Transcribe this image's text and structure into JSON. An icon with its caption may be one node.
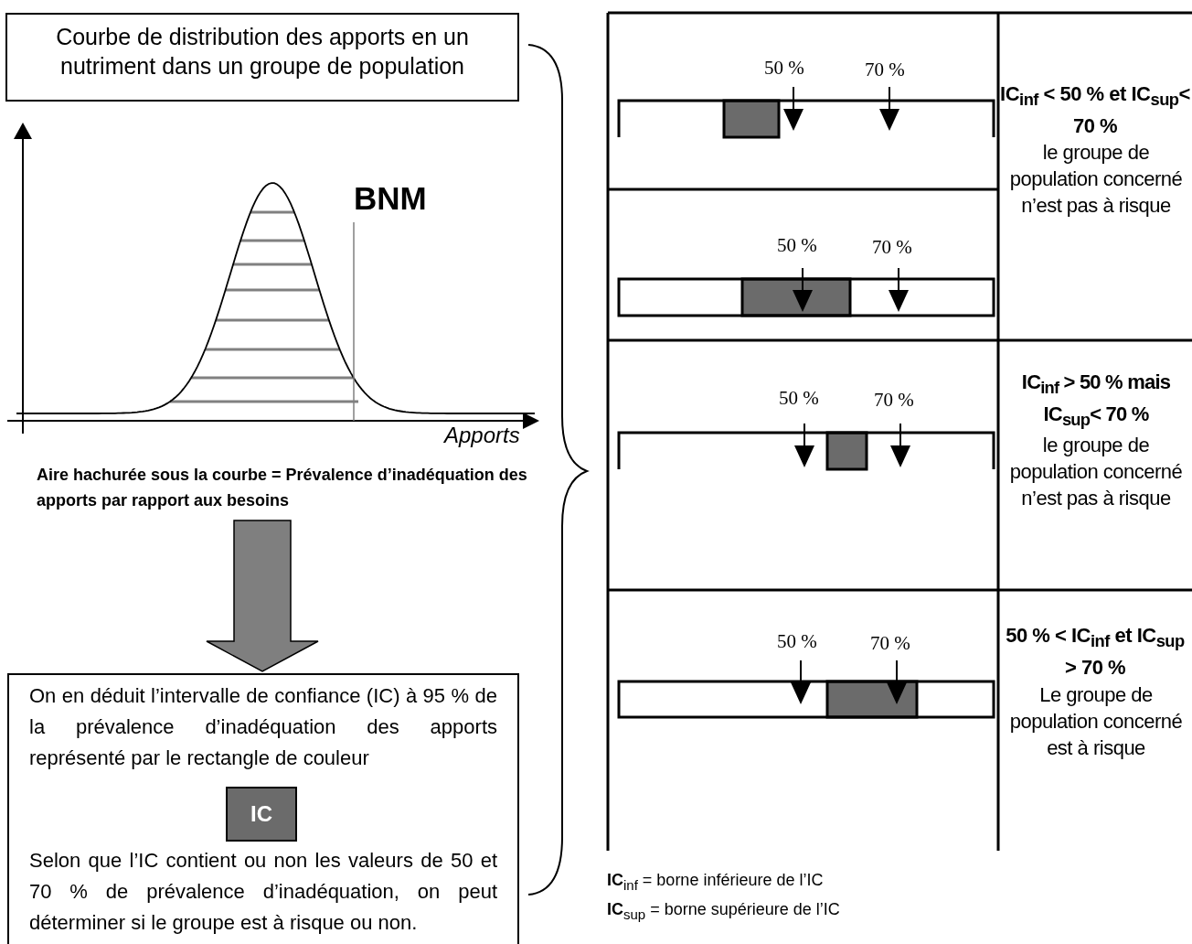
{
  "diagram": {
    "nodes": [
      {
        "text": [
          "Courbe de distribution des apports en un nutriment dans un groupe de population"
        ]
      },
      {
        "text": [
          "Aire hachurée sous la courbe = Prévalence d’inadéquation des apports par rapport aux besoins"
        ]
      },
      {
        "text": [
          "On en déduit l’intervalle de confiance (IC) à 95 % de la prévalence d’inadéquation des apports représenté par le rectangle de couleur",
          "Selon que l’IC contient ou non les valeurs de 50 et 70 % de prévalence d’inadéquation, on peut déterminer si le groupe est à risque ou non."
        ]
      },
      {
        "text": [
          "IC"
        ],
        "in": 2
      }
    ],
    "edges": [
      {
        "from": 1,
        "to": 2,
        "arrow": "to",
        "style": "thick"
      }
    ],
    "labels": [
      "BNM",
      "Apports",
      "50 %",
      "70 %",
      "IC$_{inf}$ < 50 % et IC$_{sup}$< 70 %",
      "le groupe de population concerné n’est pas à risque",
      "50 %",
      "70 %",
      "50 %",
      "70 %",
      "IC$_{inf}$ > 50 % mais IC$_{sup}$< 70 %",
      "le groupe de population concerné n’est pas à risque",
      "50 %",
      "70 %",
      "50 % < IC$_{inf}$ et IC$_{sup}$ > 70 %",
      "Le groupe de population concerné est à risque",
      "**IC**$_{inf}$ = borne inférieure de l’IC",
      "**IC**$_{sup}$ = borne supérieure de l’IC"
    ]
  }
}
